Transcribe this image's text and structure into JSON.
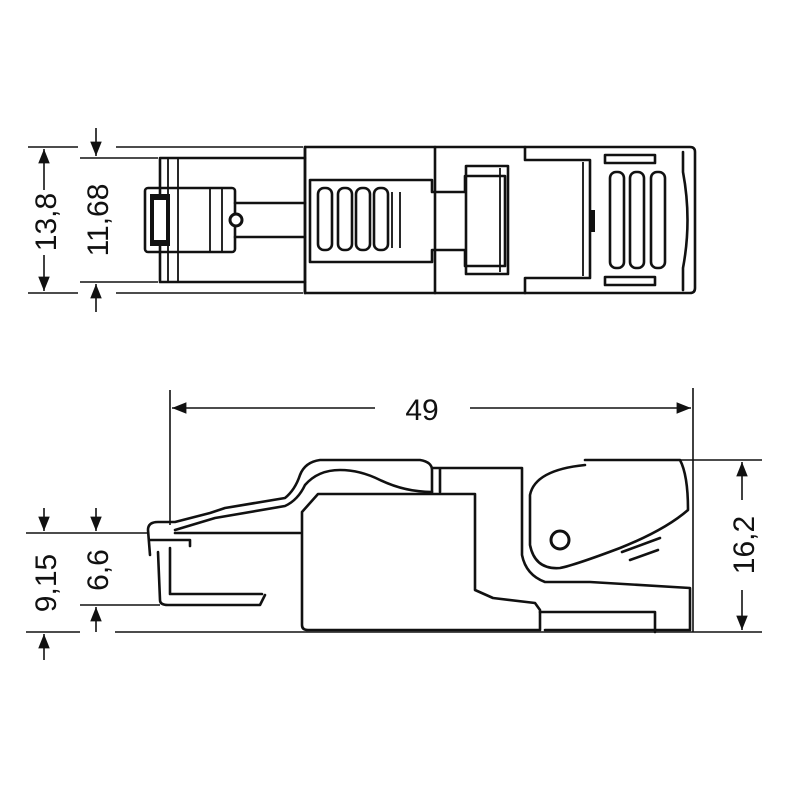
{
  "drawing": {
    "subject": "RJ45 connector dimension drawing",
    "units": "mm",
    "line_color": "#111111",
    "background": "#ffffff"
  },
  "top_view": {
    "dimensions": {
      "overall_height": "13,8",
      "inner_height": "11,68"
    }
  },
  "side_view": {
    "dimensions": {
      "overall_length": "49",
      "overall_height": "16,2",
      "plug_height": "9,15",
      "contact_height": "6,6"
    }
  }
}
